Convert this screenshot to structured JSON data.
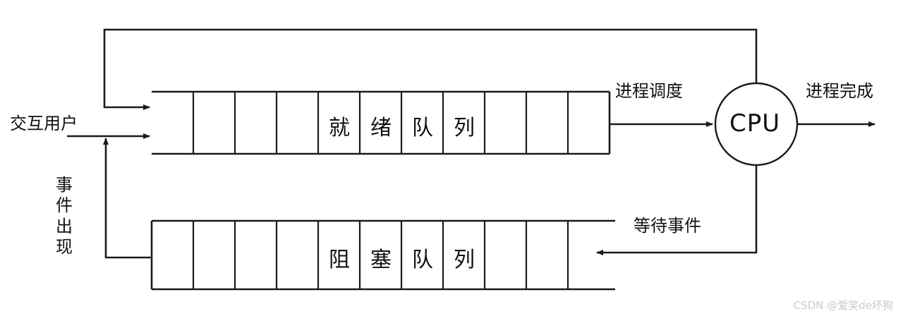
{
  "diagram": {
    "title_alt": "process-state-queue-scheduling-diagram",
    "colors": {
      "stroke": "#1a1a1a",
      "background": "#ffffff",
      "watermark": "#c9c9c9"
    },
    "cpu": {
      "label": "CPU"
    },
    "queues": [
      {
        "id": "ready-queue",
        "label": "就绪队列",
        "label_chars": [
          "就",
          "绪",
          "队",
          "列"
        ],
        "cell_count": 11,
        "filled_cell_indices": [
          4,
          5,
          6,
          7
        ]
      },
      {
        "id": "blocked-queue",
        "label": "阻塞队列",
        "label_chars": [
          "阻",
          "塞",
          "队",
          "列"
        ],
        "cell_count": 11,
        "filled_cell_indices": [
          4,
          5,
          6,
          7
        ]
      }
    ],
    "labels": {
      "interactive_user": "交互用户",
      "event_occurs": "事件出现",
      "event_occurs_chars": [
        "事",
        "件",
        "出",
        "现"
      ],
      "process_scheduling": "进程调度",
      "process_complete": "进程完成",
      "wait_event": "等待事件"
    },
    "watermark": "CSDN @爱笑de坏狗"
  }
}
